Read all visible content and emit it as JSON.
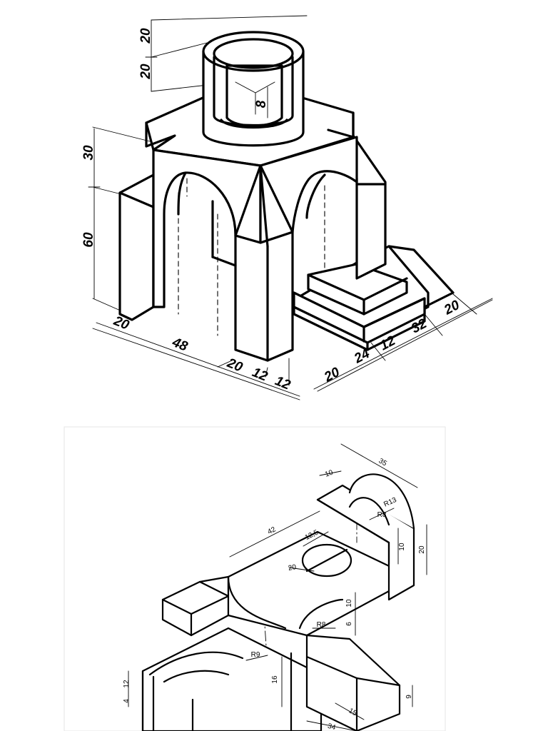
{
  "drawing_1": {
    "dims": {
      "h_top": "20",
      "h_cup": "20",
      "h_block": "30",
      "h_legs": "60",
      "inner_depth": "8",
      "a_20": "20",
      "a_48": "48",
      "a_20b": "20",
      "a_12a": "12",
      "a_12b": "12",
      "b_20": "20",
      "b_24": "24",
      "b_12": "12",
      "b_32": "32",
      "b_20b": "20"
    }
  },
  "drawing_2": {
    "dims": {
      "d35": "35",
      "d10a": "10",
      "r13": "R13",
      "r8a": "R8",
      "d42": "42",
      "d12_5": "12,5",
      "d20a": "20",
      "d10b": "10",
      "d20b": "20",
      "d10c": "10",
      "d6": "6",
      "r8b": "R8",
      "r9": "R9",
      "d12": "12",
      "d4": "4",
      "d16": "16",
      "d15": "15",
      "d9": "9",
      "d34": "34"
    }
  }
}
